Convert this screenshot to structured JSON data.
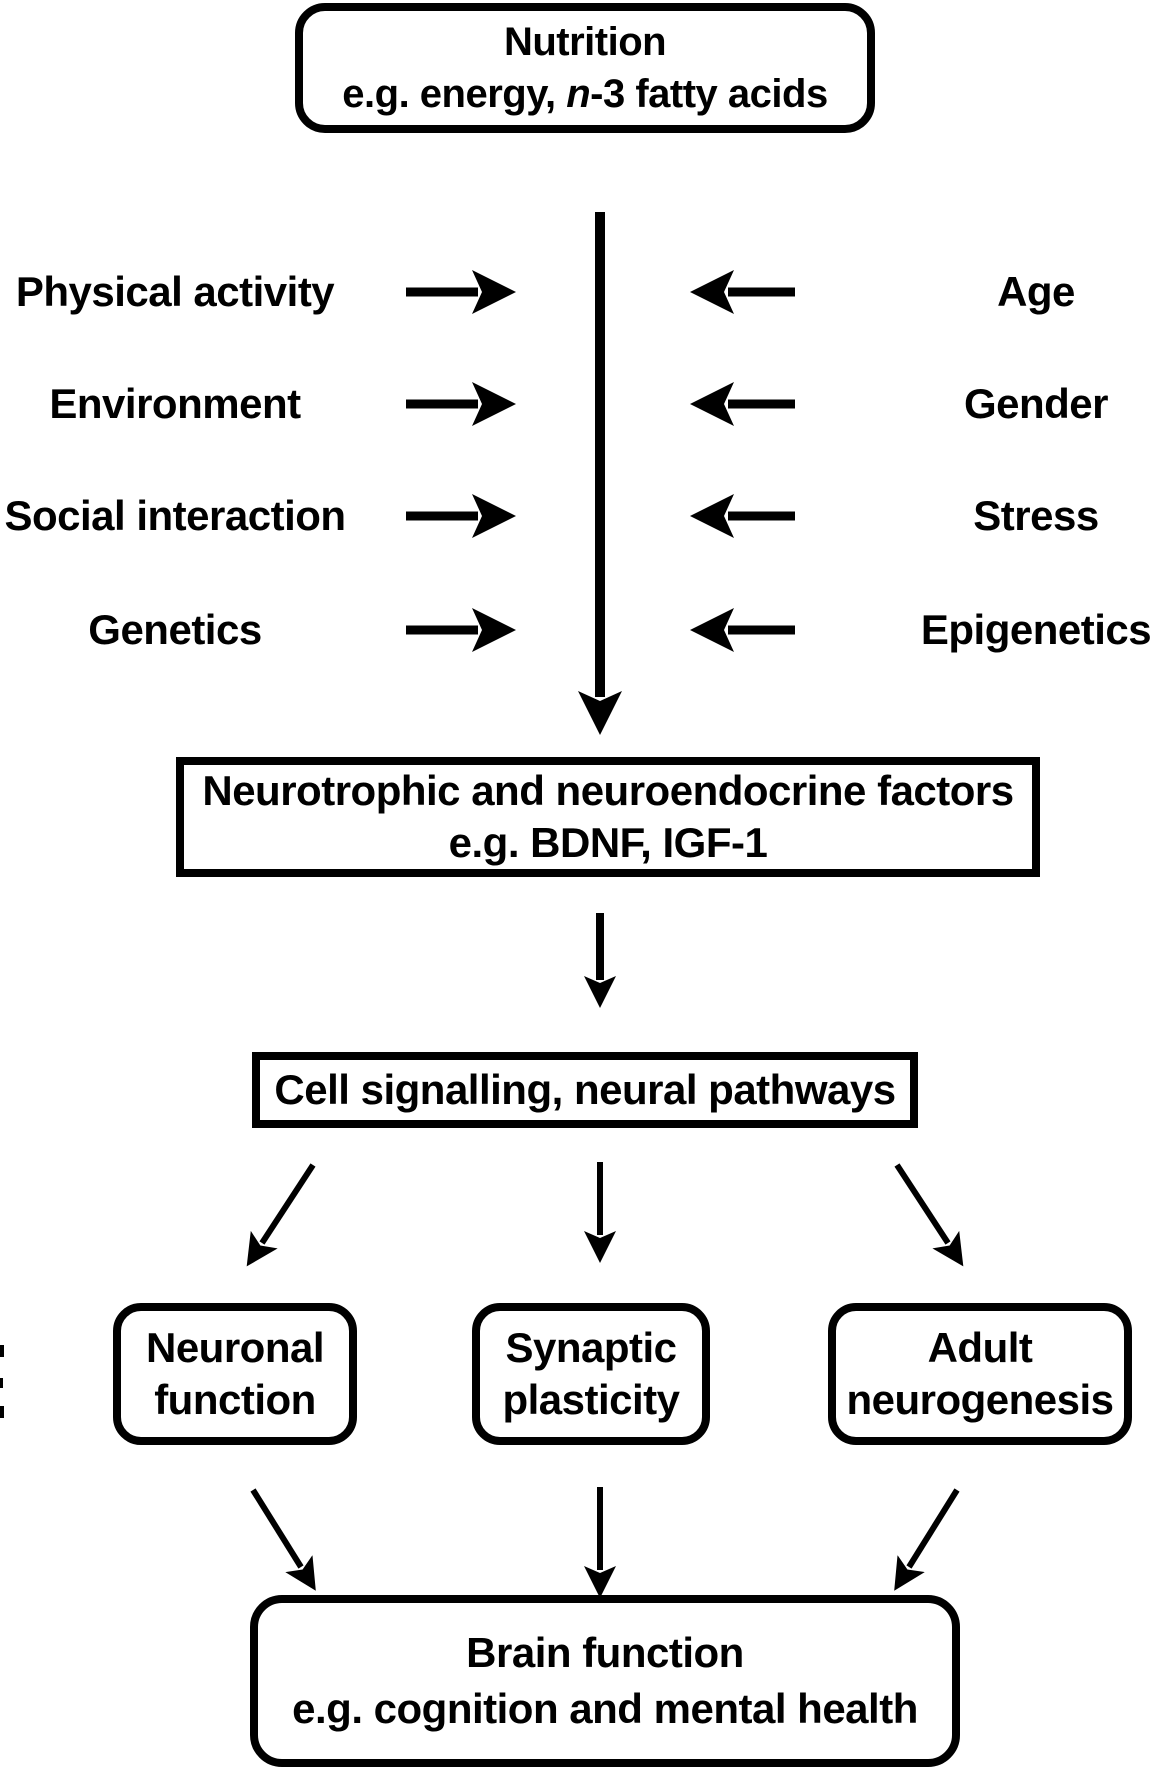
{
  "diagram": {
    "nutrition_box": {
      "line1": "Nutrition",
      "line2_pre": "e.g. energy, ",
      "line2_italic": "n",
      "line2_post": "-3 fatty acids"
    },
    "left_factors": [
      "Physical activity",
      "Environment",
      "Social interaction",
      "Genetics"
    ],
    "right_factors": [
      "Age",
      "Gender",
      "Stress",
      "Epigenetics"
    ],
    "neuro_box": {
      "line1": "Neurotrophic and neuroendocrine factors",
      "line2": "e.g. BDNF, IGF-1"
    },
    "cell_box": {
      "line1": "Cell signalling, neural pathways"
    },
    "outcome_boxes": [
      {
        "line1": "Neuronal",
        "line2": "function"
      },
      {
        "line1": "Synaptic",
        "line2": "plasticity"
      },
      {
        "line1": "Adult",
        "line2": "neurogenesis"
      }
    ],
    "brain_box": {
      "line1": "Brain function",
      "line2": "e.g. cognition and mental health"
    },
    "colors": {
      "ink": "#000000",
      "background": "#ffffff"
    }
  }
}
